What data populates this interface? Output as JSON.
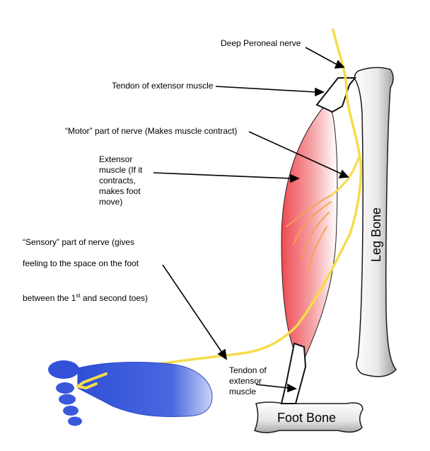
{
  "labels": {
    "deep_peroneal_nerve": "Deep Peroneal nerve",
    "tendon_top": "Tendon of extensor muscle",
    "motor_part": "“Motor” part of nerve (Makes muscle contract)",
    "extensor_muscle": "Extensor\nmuscle (If it\ncontracts,\nmakes foot\nmove)",
    "sensory_line1": "“Sensory” part of nerve (gives",
    "sensory_line2": "feeling to the space on the foot",
    "sensory_line3_before": "between the 1",
    "sensory_line3_sup": "st",
    "sensory_line3_after": " and second toes)",
    "tendon_bottom": "Tendon of\nextensor\nmuscle",
    "leg_bone": "Leg Bone",
    "foot_bone": "Foot Bone"
  },
  "colors": {
    "nerve": "#f5dc4a",
    "branch": "#f6a04e",
    "muscle": "#f0565c",
    "foot": "#3a55d8",
    "bone": "#e2e2e2"
  }
}
